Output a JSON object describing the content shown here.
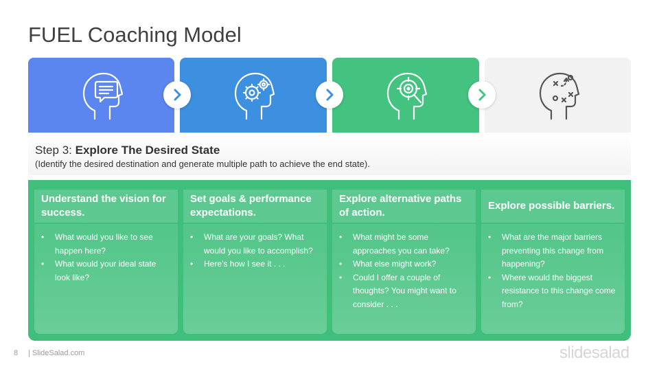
{
  "title": "FUEL Coaching Model",
  "tiles": [
    {
      "color": "#5b85ef",
      "icon": "head-speech-bubble-icon"
    },
    {
      "color": "#3d8fe0",
      "icon": "head-gears-icon"
    },
    {
      "color": "#43c280",
      "icon": "head-target-magnifier-icon"
    },
    {
      "color": "#f2f2f2",
      "icon": "head-strategy-plan-icon"
    }
  ],
  "arrows": [
    "chevron-right-icon",
    "chevron-right-icon",
    "chevron-right-icon"
  ],
  "step": {
    "prefix": "Step 3: ",
    "name": "Explore The Desired State",
    "description": "(Identify the desired destination and generate multiple path to achieve the end state)."
  },
  "columns": [
    {
      "heading": "Understand the vision for success.",
      "items": [
        "What would you like to see happen here?",
        "What would your ideal state look like?"
      ]
    },
    {
      "heading": "Set goals & performance expectations.",
      "items": [
        "What are your goals? What would you like to accomplish?",
        "Here’s how I see it . . ."
      ]
    },
    {
      "heading": "Explore alternative paths of action.",
      "items": [
        "What might be some approaches you can take?",
        "What else might work?",
        "Could I offer a couple of thoughts? You might want to consider . . ."
      ]
    },
    {
      "heading": "Explore possible barriers.",
      "items": [
        "What are the major barriers preventing this change from happening?",
        "Where would the biggest resistance to this change come from?"
      ]
    }
  ],
  "footer": {
    "page_number": "8",
    "site": "| SlideSalad.com",
    "logo": "slidesalad"
  },
  "colors": {
    "panel_green": "#3fbf7b",
    "arrow_blue": "#3d8fe0",
    "arrow_green": "#43c280"
  }
}
